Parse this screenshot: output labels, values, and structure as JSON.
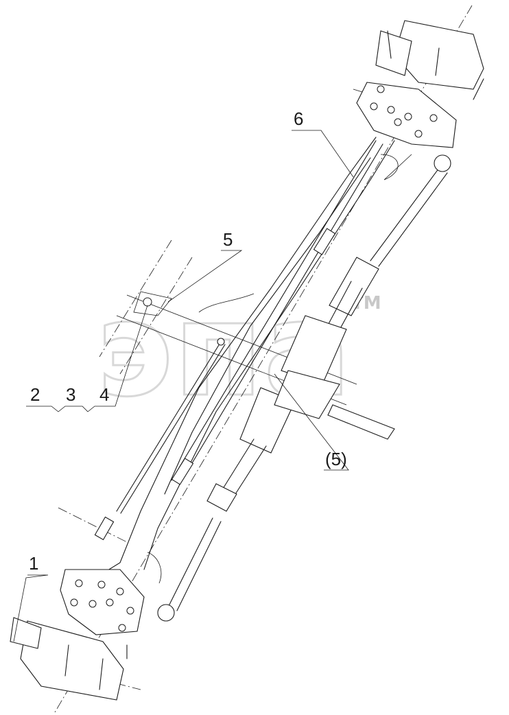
{
  "callouts": {
    "c1": "1",
    "c2": "2",
    "c3": "3",
    "c4": "4",
    "c5": "5",
    "c5b": "(5)",
    "c6": "6"
  },
  "watermark": {
    "text": "эпа",
    "tm": "TM"
  },
  "colors": {
    "line": "#1a1a1a",
    "watermark": "#cfcfcf",
    "background": "#ffffff"
  }
}
